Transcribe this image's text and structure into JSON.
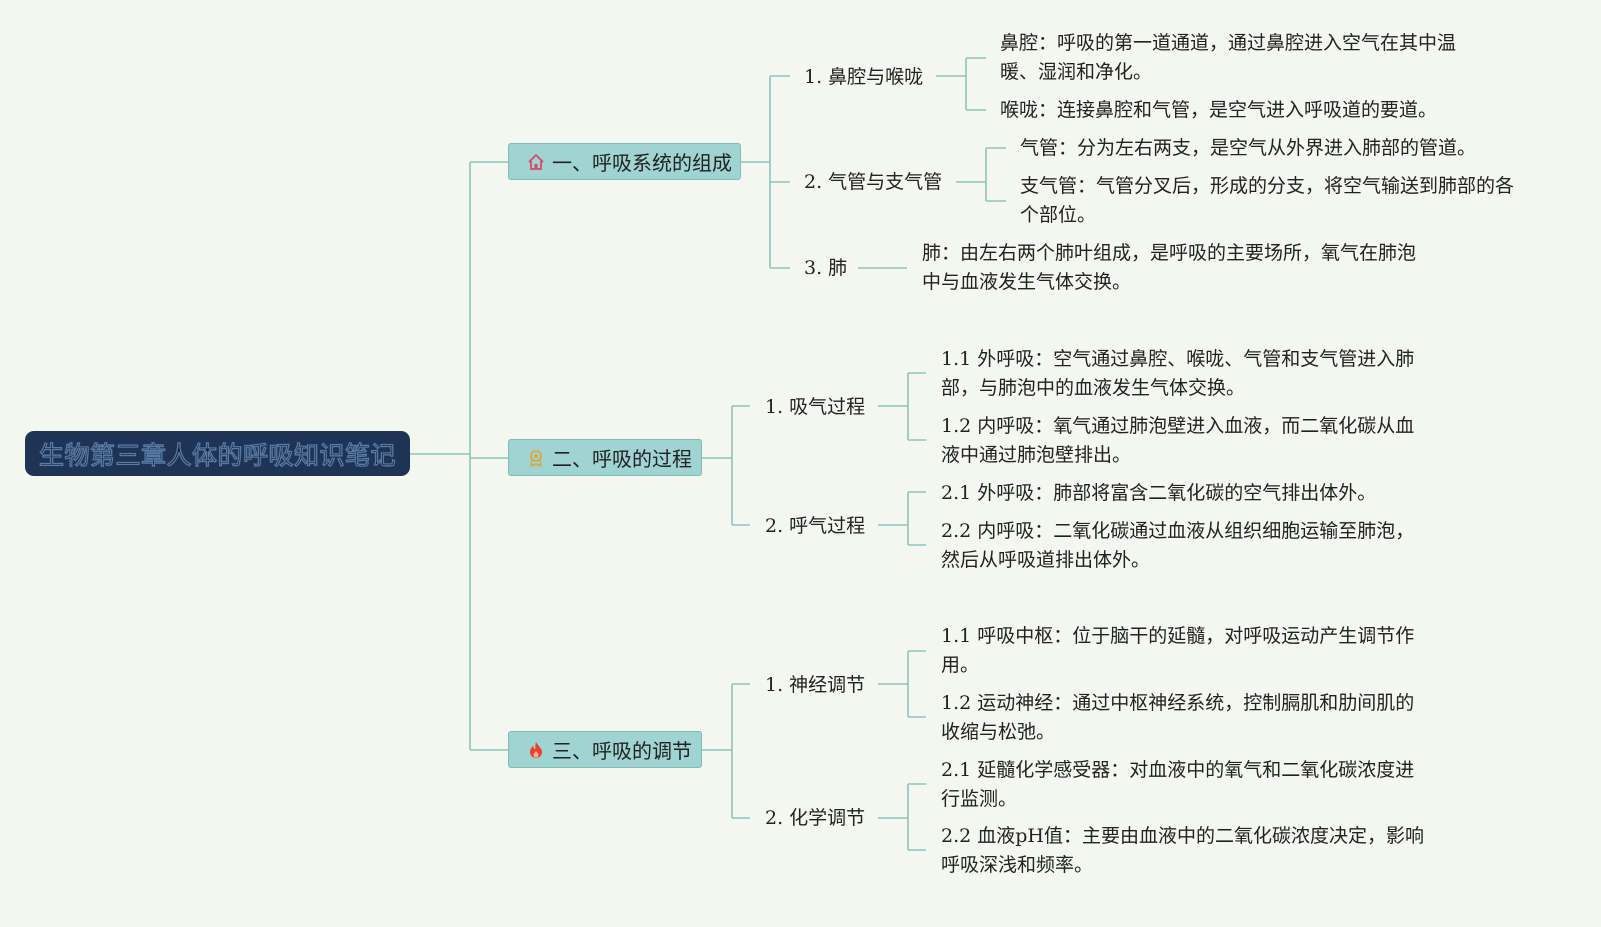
{
  "root": {
    "title": "生物第三章人体的呼吸知识笔记"
  },
  "branches": [
    {
      "title": "一、呼吸系统的组成",
      "icon": "house-icon",
      "children": [
        {
          "title": "1. 鼻腔与喉咙",
          "leaves": [
            "鼻腔：呼吸的第一道通道，通过鼻腔进入空气在其中温暖、湿润和净化。",
            "喉咙：连接鼻腔和气管，是空气进入呼吸道的要道。"
          ]
        },
        {
          "title": "2. 气管与支气管",
          "leaves": [
            "气管：分为左右两支，是空气从外界进入肺部的管道。",
            "支气管：气管分叉后，形成的分支，将空气输送到肺部的各个部位。"
          ]
        },
        {
          "title": "3. 肺",
          "leaves": [
            "肺：由左右两个肺叶组成，是呼吸的主要场所，氧气在肺泡中与血液发生气体交换。"
          ]
        }
      ]
    },
    {
      "title": "二、呼吸的过程",
      "icon": "medal-icon",
      "children": [
        {
          "title": "1. 吸气过程",
          "leaves": [
            "1.1 外呼吸：空气通过鼻腔、喉咙、气管和支气管进入肺部，与肺泡中的血液发生气体交换。",
            "1.2 内呼吸：氧气通过肺泡壁进入血液，而二氧化碳从血液中通过肺泡壁排出。"
          ]
        },
        {
          "title": "2. 呼气过程",
          "leaves": [
            "2.1 外呼吸：肺部将富含二氧化碳的空气排出体外。",
            "2.2 内呼吸：二氧化碳通过血液从组织细胞运输至肺泡，然后从呼吸道排出体外。"
          ]
        }
      ]
    },
    {
      "title": "三、呼吸的调节",
      "icon": "fire-icon",
      "children": [
        {
          "title": "1. 神经调节",
          "leaves": [
            "1.1 呼吸中枢：位于脑干的延髓，对呼吸运动产生调节作用。",
            "1.2 运动神经：通过中枢神经系统，控制膈肌和肋间肌的收缩与松弛。"
          ]
        },
        {
          "title": "2. 化学调节",
          "leaves": [
            "2.1 延髓化学感受器：对血液中的氧气和二氧化碳浓度进行监测。",
            "2.2 血液pH值：主要由血液中的二氧化碳浓度决定，影响呼吸深浅和频率。"
          ]
        }
      ]
    }
  ]
}
